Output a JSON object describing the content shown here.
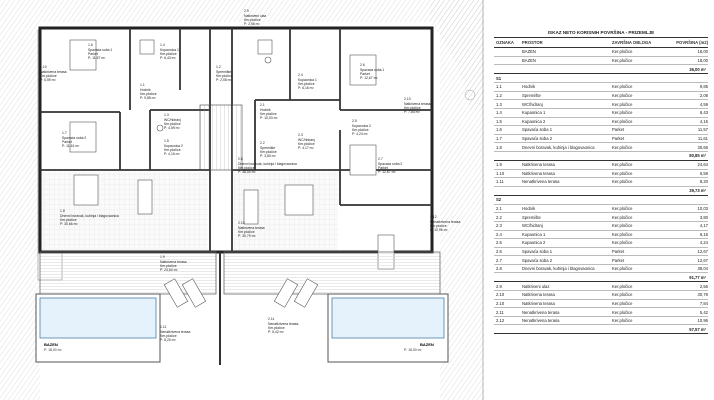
{
  "table": {
    "title": "ISKAZ NETO KORISNIH POVRŠINA - PRIZEMLJE",
    "headers": [
      "OZNAKA",
      "PROSTOR",
      "ZAVRŠNA OBLOGA",
      "POVRŠINA (m2)"
    ],
    "top_rows": [
      {
        "id": "",
        "name": "BAZEN",
        "finish": "Ker.pločice",
        "area": "18,00"
      },
      {
        "id": "",
        "name": "BAZEN",
        "finish": "Ker.pločice",
        "area": "18,00"
      }
    ],
    "top_total": "36,00 m²",
    "s1_label": "S1",
    "s1_rows": [
      {
        "id": "1.1",
        "name": "Hodnik",
        "finish": "Ker.pločice",
        "area": "9,85"
      },
      {
        "id": "1.2",
        "name": "Spremište",
        "finish": "Ker.pločice",
        "area": "2,08"
      },
      {
        "id": "1.3",
        "name": "WC/hidranj",
        "finish": "Ker.pločice",
        "area": "4,59"
      },
      {
        "id": "1.4",
        "name": "Kupaonica 1",
        "finish": "Ker.pločice",
        "area": "6,43"
      },
      {
        "id": "1.5",
        "name": "Kupaonica 2",
        "finish": "Ker.pločice",
        "area": "4,16"
      },
      {
        "id": "1.6",
        "name": "Spavaća soba 1",
        "finish": "Parket",
        "area": "11,57"
      },
      {
        "id": "1.7",
        "name": "Spavaća soba 2",
        "finish": "Parket",
        "area": "11,61"
      },
      {
        "id": "1.8",
        "name": "Dnevni boravak, kuhinja i blagovaonica",
        "finish": "Ker.pločice",
        "area": "30,66"
      }
    ],
    "s1_total": "80,85 m²",
    "s1_terr": [
      {
        "id": "1.9",
        "name": "Natkrivena terasa",
        "finish": "Ker.pločice",
        "area": "24,64"
      },
      {
        "id": "1.10",
        "name": "Natkrivena terasa",
        "finish": "Ker.pločice",
        "area": "6,59"
      },
      {
        "id": "1.11",
        "name": "Nenatkrivena terasa",
        "finish": "Ker.pločice",
        "area": "8,20"
      }
    ],
    "s1_terr_total": "39,73 m²",
    "s2_label": "S2",
    "s2_rows": [
      {
        "id": "2.1",
        "name": "Hodnik",
        "finish": "Ker.pločice",
        "area": "10,03"
      },
      {
        "id": "2.2",
        "name": "Spremište",
        "finish": "Ker.pločice",
        "area": "3,80"
      },
      {
        "id": "2.3",
        "name": "WC/hidranj",
        "finish": "Ker.pločice",
        "area": "4,17"
      },
      {
        "id": "2.4",
        "name": "Kupaonica 1",
        "finish": "Ker.pločice",
        "area": "6,16"
      },
      {
        "id": "2.5",
        "name": "Kupaonica 2",
        "finish": "Ker.pločice",
        "area": "4,24"
      },
      {
        "id": "2.6",
        "name": "Spavaća soba 1",
        "finish": "Parket",
        "area": "12,67"
      },
      {
        "id": "2.7",
        "name": "Spavaća soba 2",
        "finish": "Parket",
        "area": "12,67"
      },
      {
        "id": "2.8",
        "name": "Dnevni boravak, kuhinja i blagovaonica",
        "finish": "Ker.pločice",
        "area": "38,04"
      }
    ],
    "s2_total": "91,77 m²",
    "s2_terr": [
      {
        "id": "2.9",
        "name": "Natkriveni ulaz",
        "finish": "Ker.pločice",
        "area": "2,56"
      },
      {
        "id": "2.10",
        "name": "Natkrivena terasa",
        "finish": "Ker.pločice",
        "area": "30,79"
      },
      {
        "id": "2.10",
        "name": "Natkrivena terasa",
        "finish": "Ker.pločice",
        "area": "7,84"
      },
      {
        "id": "2.11",
        "name": "Nenatkrivena terasa",
        "finish": "Ker.pločice",
        "area": "5,42"
      },
      {
        "id": "2.12",
        "name": "Nenatkrivena terasa",
        "finish": "Ker.pločice",
        "area": "10,96"
      }
    ],
    "s2_terr_total": "57,57 m²"
  },
  "plan": {
    "pool_left_label": "BAZEN",
    "pool_left_area": "P: 18,00 m²",
    "pool_right_label": "BAZEN",
    "pool_right_area": "P: 18,00 m²",
    "rooms": [
      {
        "code": "1.6",
        "name": "Spavaća soba 1",
        "finish": "Parket",
        "area": "P: 11,57 m²"
      },
      {
        "code": "1.4",
        "name": "Kupaonica 1",
        "finish": "Ker.pločice",
        "area": "P: 6,43 m²"
      },
      {
        "code": "1.1",
        "name": "Hodnik",
        "finish": "Ker.pločice",
        "area": "P: 9,85 m²"
      },
      {
        "code": "1.7",
        "name": "Spavaća soba 2",
        "finish": "Parket",
        "area": "P: 11,61 m²"
      },
      {
        "code": "1.5",
        "name": "Kupaonica 2",
        "finish": "Ker.pločice",
        "area": "P: 4,16 m²"
      },
      {
        "code": "1.8",
        "name": "Dnevni boravak, kuhinja i blagovaonica",
        "finish": "Ker.pločice",
        "area": "P: 30,66 m²"
      },
      {
        "code": "1.9",
        "name": "Natkrivena terasa",
        "finish": "Ker.pločice",
        "area": "P: 24,64 m²"
      },
      {
        "code": "1.10",
        "name": "Natkrivena terasa",
        "finish": "Ker.pločice",
        "area": "P: 6,59 m²"
      },
      {
        "code": "1.11",
        "name": "Nenatkrivena terasa",
        "finish": "Ker.pločice",
        "area": "P: 8,20 m²"
      },
      {
        "code": "2.6",
        "name": "Spavaća soba 1",
        "finish": "Parket",
        "area": "P: 12,67 m²"
      },
      {
        "code": "2.7",
        "name": "Spavaća soba 2",
        "finish": "Parket",
        "area": "P: 12,67 m²"
      },
      {
        "code": "2.1",
        "name": "Hodnik",
        "finish": "Ker.pločice",
        "area": "P: 10,03 m²"
      },
      {
        "code": "2.8",
        "name": "Dnevni boravak, kuhinja i blagovaonica",
        "finish": "Ker.pločice",
        "area": "P: 38,04 m²"
      },
      {
        "code": "2.10",
        "name": "Natkrivena terasa",
        "finish": "Ker.pločice",
        "area": "P: 30,79 m²"
      },
      {
        "code": "2.12",
        "name": "Nenatkrivena terasa",
        "finish": "Ker.pločice",
        "area": "P: 10,96 m²"
      },
      {
        "code": "2.11",
        "name": "Nenatkrivena terasa",
        "finish": "Ker.pločice",
        "area": "P: 5,42 m²"
      },
      {
        "code": "2.9",
        "name": "Natkriveni ulaz",
        "finish": "Ker.pločice",
        "area": "P: 2,56 m²"
      },
      {
        "code": "2.3",
        "name": "WC/hidranj",
        "finish": "Ker.pločice",
        "area": "P: 4,17 m²"
      },
      {
        "code": "2.2",
        "name": "Spremište",
        "finish": "Ker.pločice",
        "area": "P: 3,80 m²"
      },
      {
        "code": "1.3",
        "name": "WC/hidranj",
        "finish": "Ker.pločice",
        "area": "P: 4,59 m²"
      },
      {
        "code": "1.2",
        "name": "Spremište",
        "finish": "Ker.pločice",
        "area": "P: 2,08 m²"
      },
      {
        "code": "2.4",
        "name": "Kupaonica 1",
        "finish": "Ker.pločice",
        "area": "P: 6,16 m²"
      },
      {
        "code": "2.5",
        "name": "Kupaonica 2",
        "finish": "Ker.pločice",
        "area": "P: 4,24 m²"
      },
      {
        "code": "2.10",
        "name": "Natkrivena terasa",
        "finish": "Ker.pločice",
        "area": "P: 7,84 m²"
      }
    ]
  }
}
